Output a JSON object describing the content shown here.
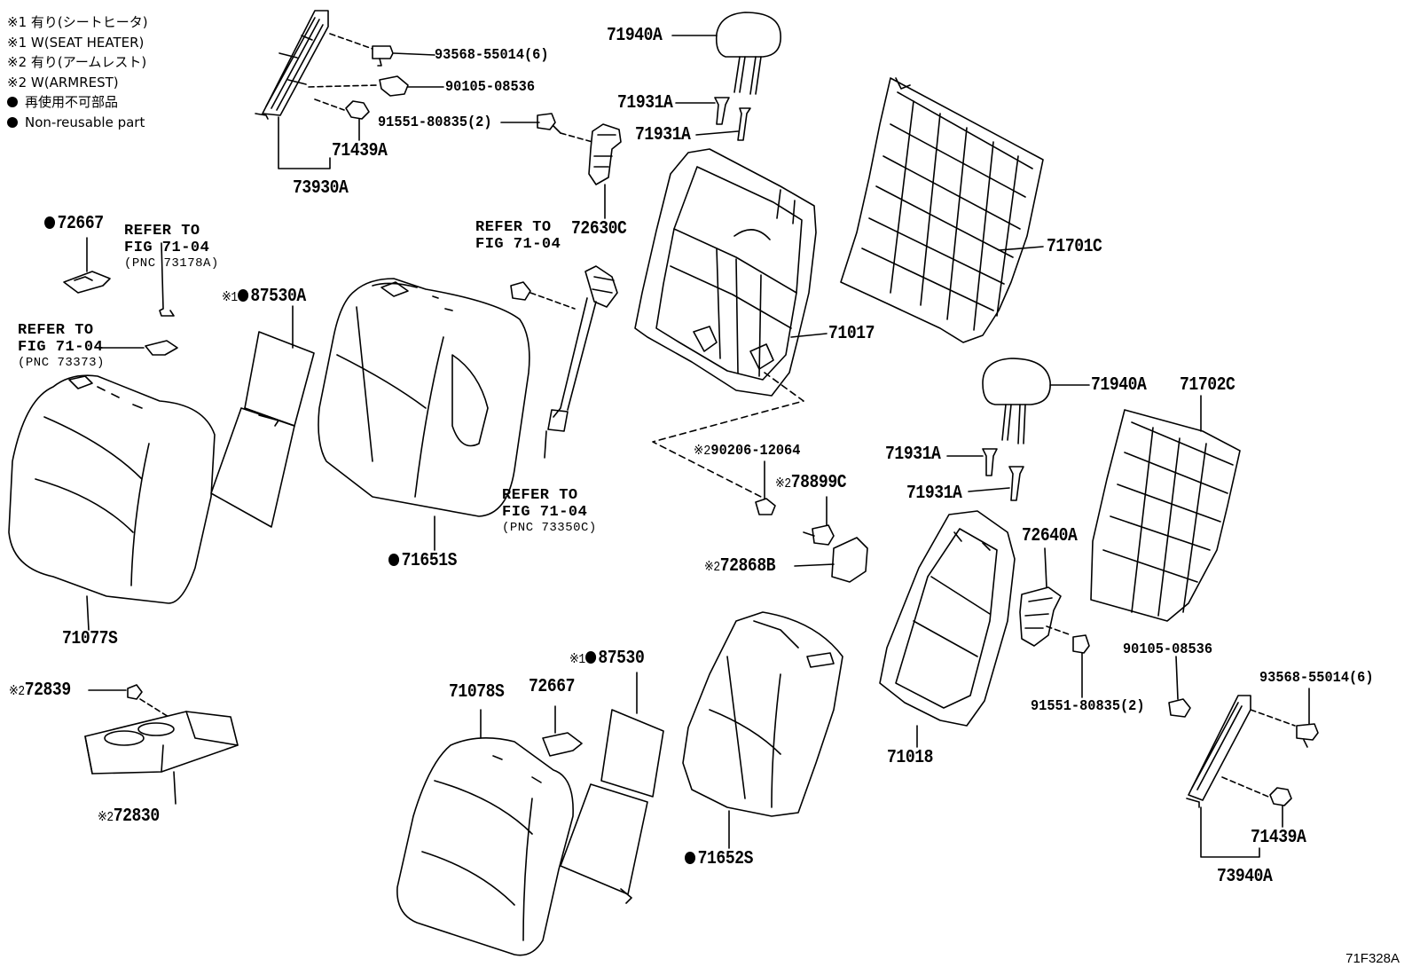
{
  "legend": {
    "items": [
      {
        "mark": "※1",
        "text": "有り(シートヒータ)"
      },
      {
        "mark": "※1",
        "text": "W(SEAT HEATER)"
      },
      {
        "mark": "※2",
        "text": "有り(アームレスト)"
      },
      {
        "mark": "※2",
        "text": "W(ARMREST)"
      },
      {
        "mark": "●",
        "text": "再使用不可部品"
      },
      {
        "mark": "●",
        "text": "Non-reusable part"
      }
    ]
  },
  "figure_code": "71F328A",
  "refs": {
    "r1": {
      "line1": "REFER TO",
      "line2": "FIG 71-04",
      "pnc": "(PNC 73178A)"
    },
    "r2": {
      "line1": "REFER TO",
      "line2": "FIG 71-04",
      "pnc": "(PNC 73373)"
    },
    "r3": {
      "line1": "REFER TO",
      "line2": "FIG 71-04"
    },
    "r4": {
      "line1": "REFER TO",
      "line2": "FIG 71-04",
      "pnc": "(PNC 73350C)"
    }
  },
  "parts": {
    "p93568_55014_top": "93568-55014(6)",
    "p90105_08536_top": "90105-08536",
    "p91551_80835_top": "91551-80835(2)",
    "p71439A_top": "71439A",
    "p73930A": "73930A",
    "p71940A_top": "71940A",
    "p71931A_1": "71931A",
    "p71931A_2": "71931A",
    "p72630C": "72630C",
    "p71701C": "71701C",
    "p72667_top": "72667",
    "p87530A": "87530A",
    "p71017": "71017",
    "p71651S": "71651S",
    "p71077S": "71077S",
    "p71940A_right": "71940A",
    "p71702C": "71702C",
    "p90206_12064": "90206-12064",
    "p71931A_3": "71931A",
    "p78899C": "78899C",
    "p71931A_4": "71931A",
    "p72640A": "72640A",
    "p72868B": "72868B",
    "p72839": "72839",
    "p87530": "87530",
    "p71078S": "71078S",
    "p72667_bottom": "72667",
    "p90105_08536_bottom": "90105-08536",
    "p93568_55014_bottom": "93568-55014(6)",
    "p91551_80835_bottom": "91551-80835(2)",
    "p71018": "71018",
    "p72830": "72830",
    "p71652S": "71652S",
    "p71439A_bottom": "71439A",
    "p73940A": "73940A"
  },
  "marks": {
    "note1": "※1",
    "note2": "※2"
  }
}
